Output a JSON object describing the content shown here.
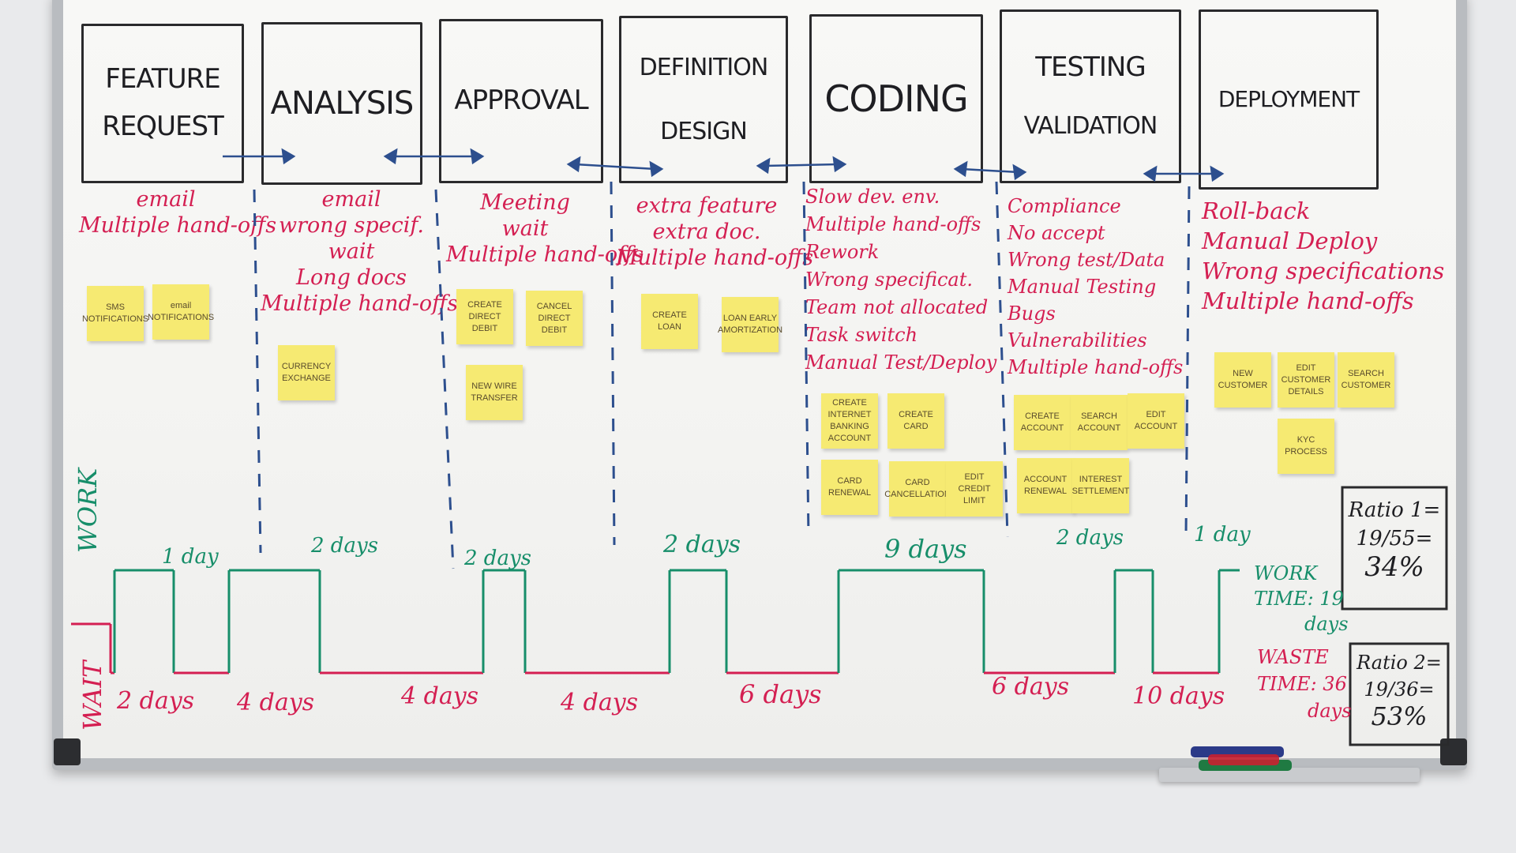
{
  "stages": [
    {
      "title": [
        "FEATURE",
        "REQUEST"
      ]
    },
    {
      "title": [
        "ANALYSIS"
      ]
    },
    {
      "title": [
        "APPROVAL"
      ]
    },
    {
      "title": [
        "DEFINITION",
        "DESIGN"
      ]
    },
    {
      "title": [
        "CODING"
      ]
    },
    {
      "title": [
        "TESTING",
        "VALIDATION"
      ]
    },
    {
      "title": [
        "DEPLOYMENT"
      ]
    }
  ],
  "issues": [
    [
      "email",
      "Multiple hand-offs"
    ],
    [
      "email",
      "wrong specif.",
      "wait",
      "Long docs",
      "Multiple hand-offs"
    ],
    [
      "Meeting",
      "wait",
      "Multiple hand-offs"
    ],
    [
      "extra feature",
      "extra doc.",
      "Multiple hand-offs"
    ],
    [
      "Slow dev. env.",
      "Multiple hand-offs",
      "Rework",
      "Wrong specificat.",
      "Team not allocated",
      "Task switch",
      "Manual Test/Deploy"
    ],
    [
      "Compliance",
      "No accept",
      "Wrong test/Data",
      "Manual Testing",
      "Bugs",
      "Vulnerabilities",
      "Multiple hand-offs"
    ],
    [
      "Roll-back",
      "Manual Deploy",
      "Wrong specifications",
      "Multiple hand-offs"
    ]
  ],
  "stickies": [
    {
      "text": "SMS NOTIFICATIONS"
    },
    {
      "text": "email NOTIFICATIONS"
    },
    {
      "text": "CURRENCY EXCHANGE"
    },
    {
      "text": "CREATE DIRECT DEBIT"
    },
    {
      "text": "CANCEL DIRECT DEBIT"
    },
    {
      "text": "NEW WIRE TRANSFER"
    },
    {
      "text": "CREATE LOAN"
    },
    {
      "text": "LOAN EARLY AMORTIZATION"
    },
    {
      "text": "CREATE INTERNET BANKING ACCOUNT"
    },
    {
      "text": "CREATE CARD"
    },
    {
      "text": "CARD RENEWAL"
    },
    {
      "text": "CARD CANCELLATION"
    },
    {
      "text": "EDIT CREDIT LIMIT"
    },
    {
      "text": "CREATE ACCOUNT"
    },
    {
      "text": "SEARCH ACCOUNT"
    },
    {
      "text": "EDIT ACCOUNT"
    },
    {
      "text": "ACCOUNT RENEWAL"
    },
    {
      "text": "INTEREST SETTLEMENT"
    },
    {
      "text": "NEW CUSTOMER"
    },
    {
      "text": "EDIT CUSTOMER DETAILS"
    },
    {
      "text": "SEARCH CUSTOMER"
    },
    {
      "text": "KYC PROCESS"
    }
  ],
  "timeline": {
    "work_label": "WORK",
    "wait_label": "WAIT",
    "work_days": [
      "1 day",
      "2 days",
      "2 days",
      "2 days",
      "9 days",
      "2 days",
      "1 day"
    ],
    "wait_days": [
      "2 days",
      "4 days",
      "4 days",
      "4 days",
      "6 days",
      "6 days",
      "10 days"
    ],
    "work_color": "#178e6a",
    "wait_color": "#d41f52"
  },
  "summary": {
    "work_time": [
      "WORK",
      "TIME: 19",
      "days"
    ],
    "waste_time": [
      "WASTE",
      "TIME: 36",
      "days"
    ],
    "ratio1": [
      "Ratio 1=",
      "19/55=",
      "34%"
    ],
    "ratio2": [
      "Ratio 2=",
      "19/36=",
      "53%"
    ]
  }
}
